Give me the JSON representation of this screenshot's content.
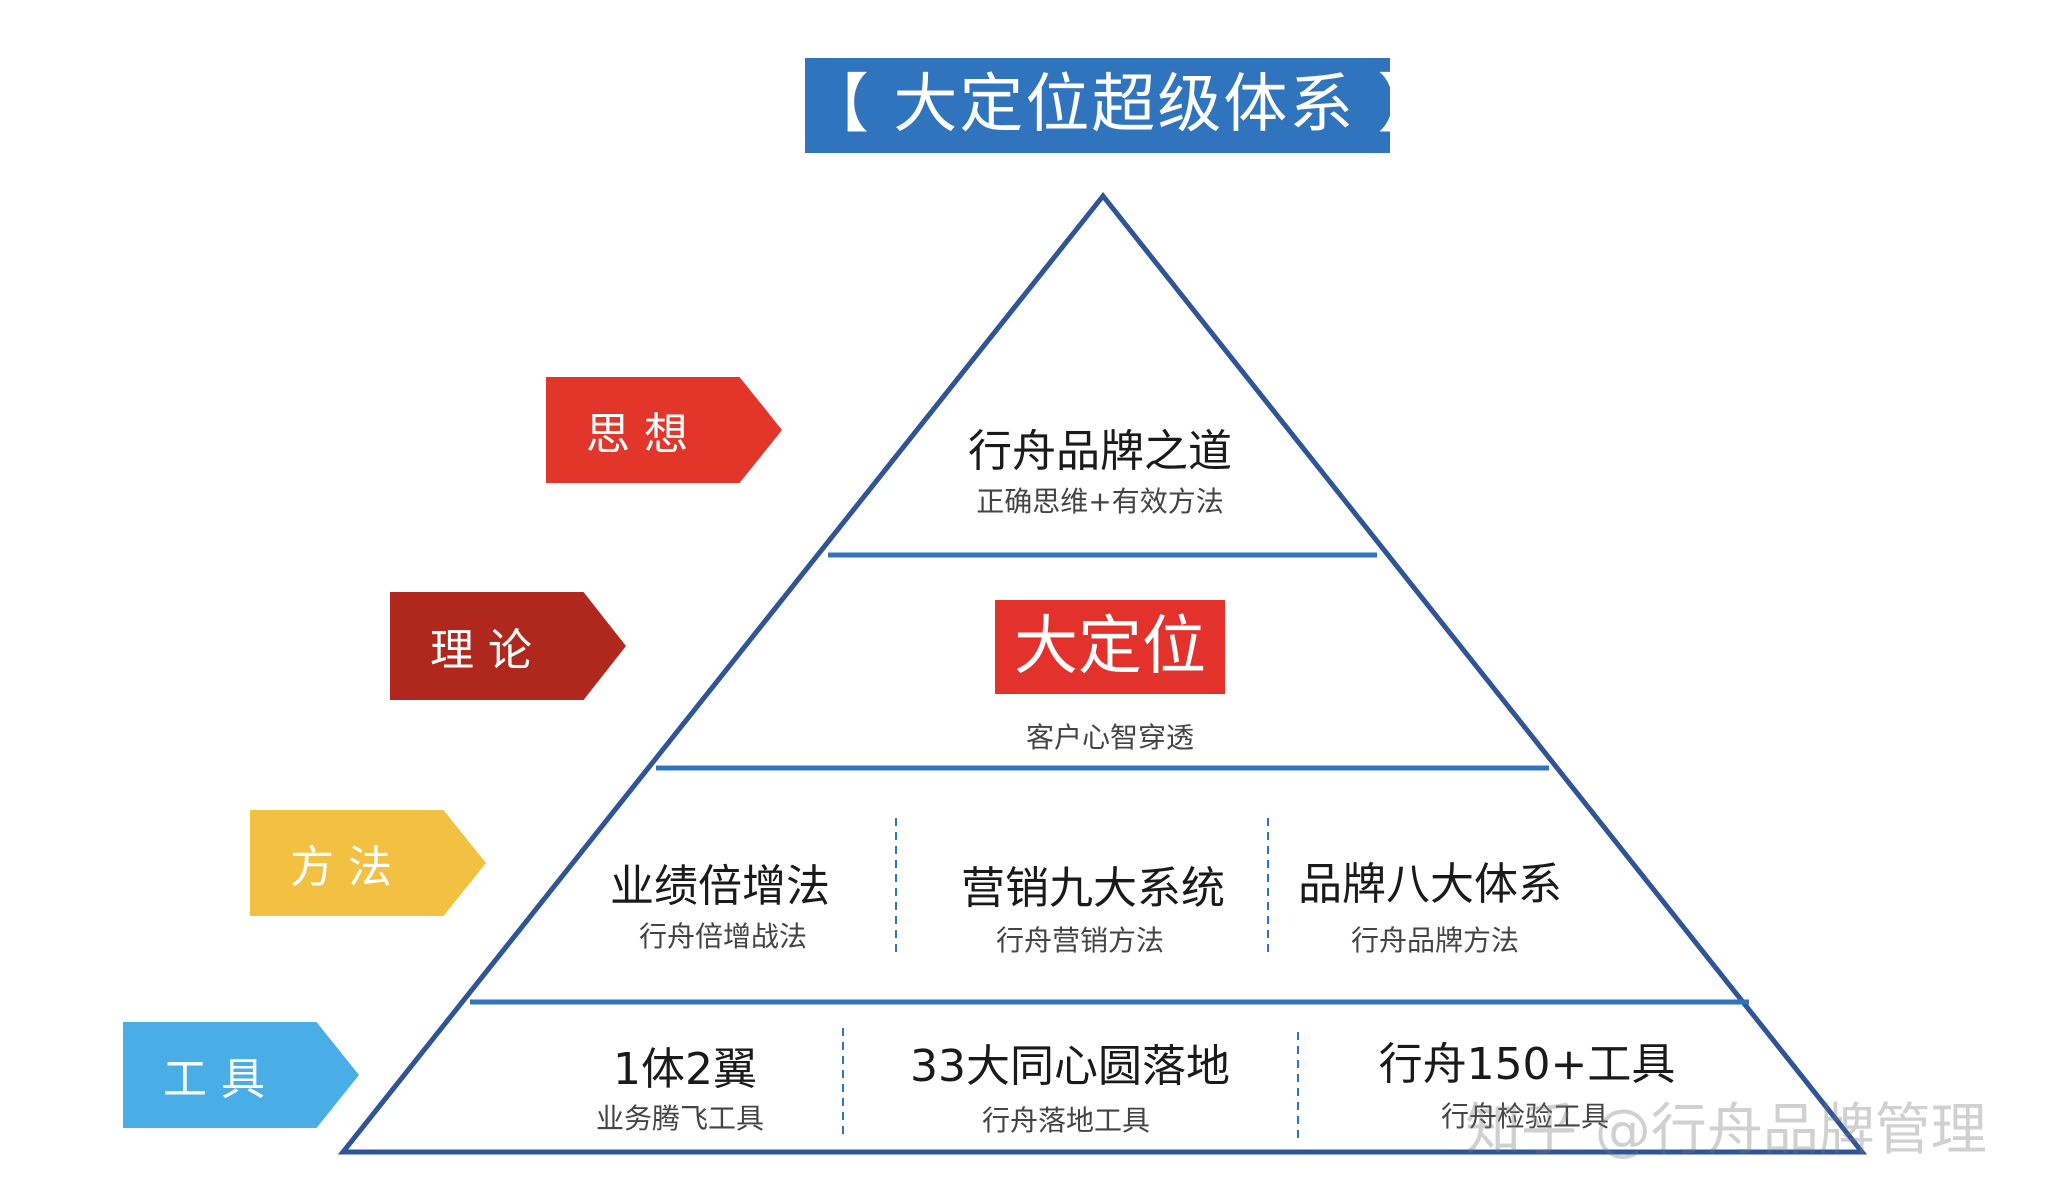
{
  "title": "【 大定位超级体系 】",
  "levels": {
    "thought": {
      "tag": "思想",
      "heading": "行舟品牌之道",
      "sub": "正确思维+有效方法"
    },
    "theory": {
      "tag": "理论",
      "heading": "大定位",
      "sub": "客户心智穿透"
    },
    "method": {
      "tag": "方法",
      "items": [
        {
          "heading": "业绩倍增法",
          "sub": "行舟倍增战法"
        },
        {
          "heading": "营销九大系统",
          "sub": "行舟营销方法"
        },
        {
          "heading": "品牌八大体系",
          "sub": "行舟品牌方法"
        }
      ]
    },
    "tool": {
      "tag": "工具",
      "items": [
        {
          "heading": "1体2翼",
          "sub": "业务腾飞工具"
        },
        {
          "heading": "33大同心圆落地",
          "sub": "行舟落地工具"
        },
        {
          "heading": "行舟150+工具",
          "sub": "行舟检验工具"
        }
      ]
    }
  },
  "watermark": "知乎 @行舟品牌管理",
  "colors": {
    "banner": "#2f74bd",
    "pyramid_line": "#2f5597",
    "thought_tag": "#e2362b",
    "theory_tag": "#b0271d",
    "method_tag": "#f3c142",
    "tool_tag": "#4aaee6",
    "highlight": "#e3322b"
  }
}
